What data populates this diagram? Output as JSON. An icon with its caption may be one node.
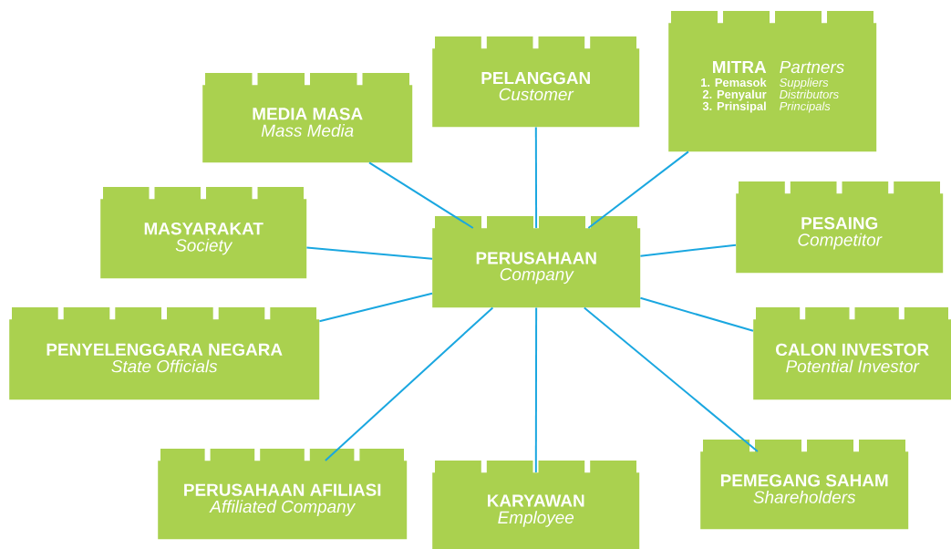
{
  "diagram": {
    "nodes": [
      {
        "text": [
          "PERUSAHAAN",
          "Company"
        ]
      },
      {
        "text": [
          "MEDIA MASA",
          "Mass Media"
        ]
      },
      {
        "text": [
          "PELANGGAN",
          "Customer"
        ]
      },
      {
        "text": [
          "MITRA",
          "Partners",
          "1. Pemasok",
          "Suppliers",
          "2. Penyalur",
          "Distributors",
          "3. Prinsipal",
          "Principals"
        ]
      },
      {
        "text": [
          "MASYARAKAT",
          "Society"
        ]
      },
      {
        "text": [
          "PESAING",
          "Competitor"
        ]
      },
      {
        "text": [
          "PENYELENGGARA NEGARA",
          "State Officials"
        ]
      },
      {
        "text": [
          "CALON INVESTOR",
          "Potential Investor"
        ]
      },
      {
        "text": [
          "PERUSAHAAN AFILIASI",
          "Affiliated Company"
        ]
      },
      {
        "text": [
          "KARYAWAN",
          "Employee"
        ]
      },
      {
        "text": [
          "PEMEGANG SAHAM",
          "Shareholders"
        ]
      }
    ],
    "edges": [
      {
        "from": 0,
        "to": 1,
        "arrow": "none"
      },
      {
        "from": 0,
        "to": 2,
        "arrow": "none"
      },
      {
        "from": 0,
        "to": 3,
        "arrow": "none"
      },
      {
        "from": 0,
        "to": 4,
        "arrow": "none"
      },
      {
        "from": 0,
        "to": 5,
        "arrow": "none"
      },
      {
        "from": 0,
        "to": 6,
        "arrow": "none"
      },
      {
        "from": 0,
        "to": 7,
        "arrow": "none"
      },
      {
        "from": 0,
        "to": 8,
        "arrow": "none"
      },
      {
        "from": 0,
        "to": 9,
        "arrow": "none"
      },
      {
        "from": 0,
        "to": 10,
        "arrow": "none"
      }
    ]
  }
}
